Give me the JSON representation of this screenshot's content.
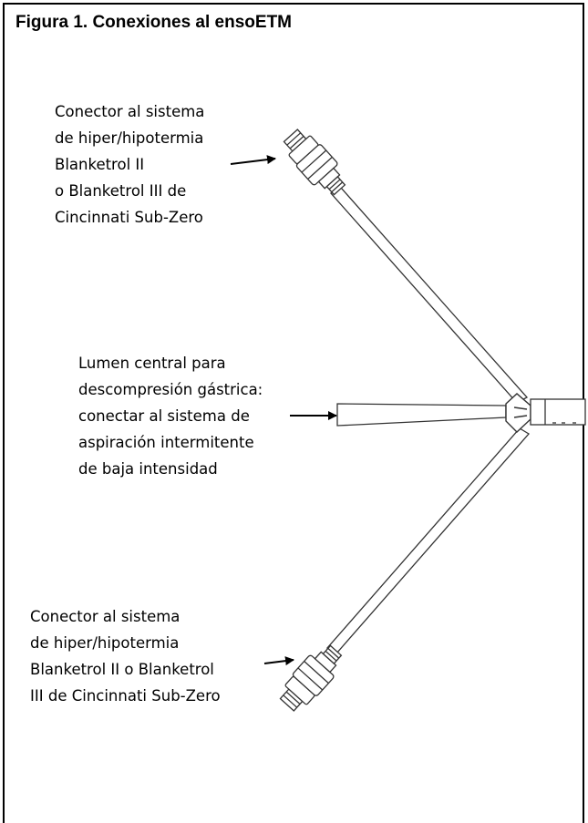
{
  "figure": {
    "title_prefix": "Figura 1",
    "title_rest": ". Conexiones al ensoETM"
  },
  "labels": {
    "top_connector": [
      "Conector al sistema",
      "de hiper/hipotermia",
      "Blanketrol II",
      "o Blanketrol III de",
      "Cincinnati Sub-Zero"
    ],
    "central_lumen": [
      "Lumen central para",
      "descompresión gástrica:",
      "conectar al sistema de",
      "aspiración intermitente",
      "de baja intensidad"
    ],
    "bottom_connector": [
      "Conector al sistema",
      "de hiper/hipotermia",
      "Blanketrol II o Blanketrol",
      "III de Cincinnati Sub-Zero"
    ]
  }
}
